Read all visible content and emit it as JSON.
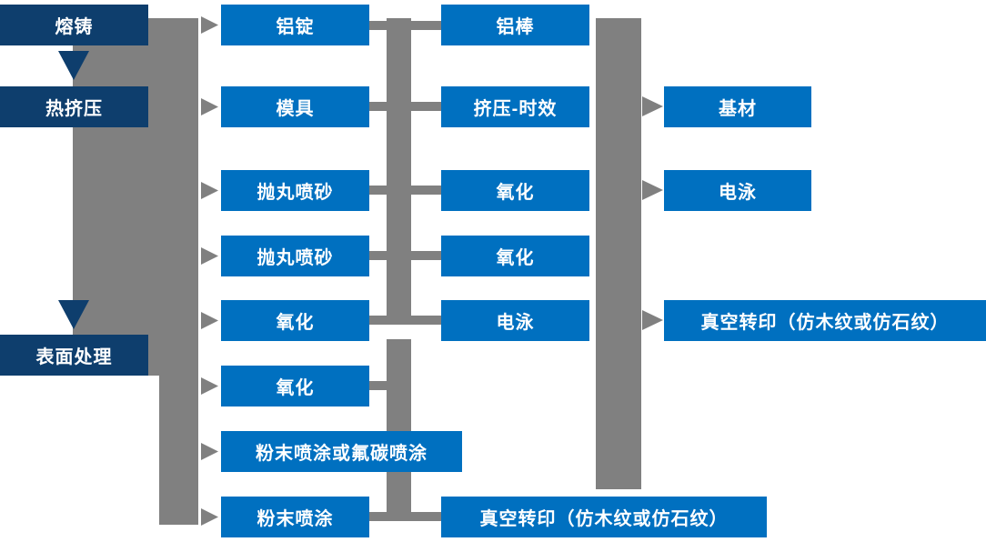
{
  "nodes": {
    "stages": [
      {
        "label": "熔铸"
      },
      {
        "label": "热挤压"
      },
      {
        "label": "表面处理"
      }
    ],
    "process_col": [
      {
        "label": "铝锭"
      },
      {
        "label": "模具"
      },
      {
        "label": "抛丸喷砂"
      },
      {
        "label": "抛丸喷砂"
      },
      {
        "label": "氧化"
      },
      {
        "label": "氧化"
      },
      {
        "label": "粉末喷涂或氟碳喷涂"
      },
      {
        "label": "粉末喷涂"
      }
    ],
    "result_col": [
      {
        "label": "铝棒"
      },
      {
        "label": "挤压-时效"
      },
      {
        "label": "氧化"
      },
      {
        "label": "氧化"
      },
      {
        "label": "电泳"
      },
      {
        "label": "真空转印（仿木纹或仿石纹）"
      }
    ],
    "final_col": [
      {
        "label": "基材"
      },
      {
        "label": "电泳"
      },
      {
        "label": "真空转印（仿木纹或仿石纹）"
      }
    ]
  },
  "colors": {
    "stage_box": "#0e3e6d",
    "process_box": "#0070c0",
    "connector": "#808080",
    "text": "#ffffff",
    "background": "#ffffff"
  }
}
